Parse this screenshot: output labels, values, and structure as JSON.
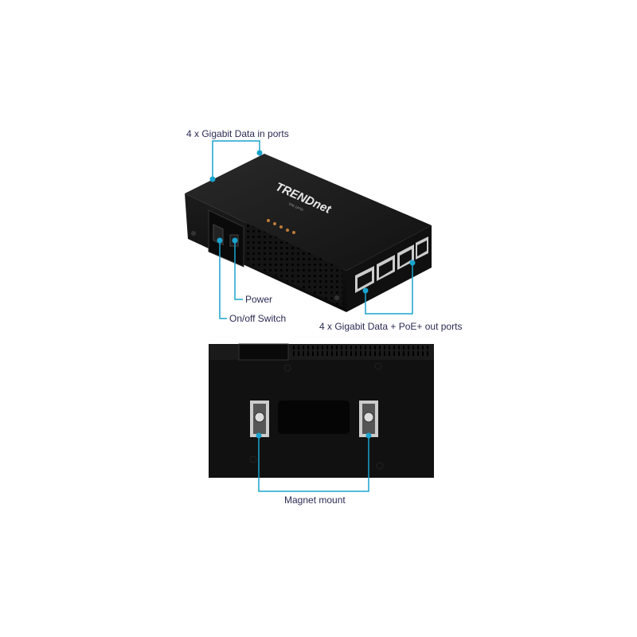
{
  "product": {
    "brand_logo": "TRENDnet",
    "model": "TPE-147GI"
  },
  "callouts": {
    "data_in": "4 x Gigabit Data in ports",
    "power": "Power",
    "switch": "On/off Switch",
    "poe_out": "4 x Gigabit Data + PoE+ out ports",
    "magnet": "Magnet mount"
  },
  "colors": {
    "callout_line": "#1aa3cf",
    "label_text": "#2b2b55",
    "device_body": "#151515"
  }
}
